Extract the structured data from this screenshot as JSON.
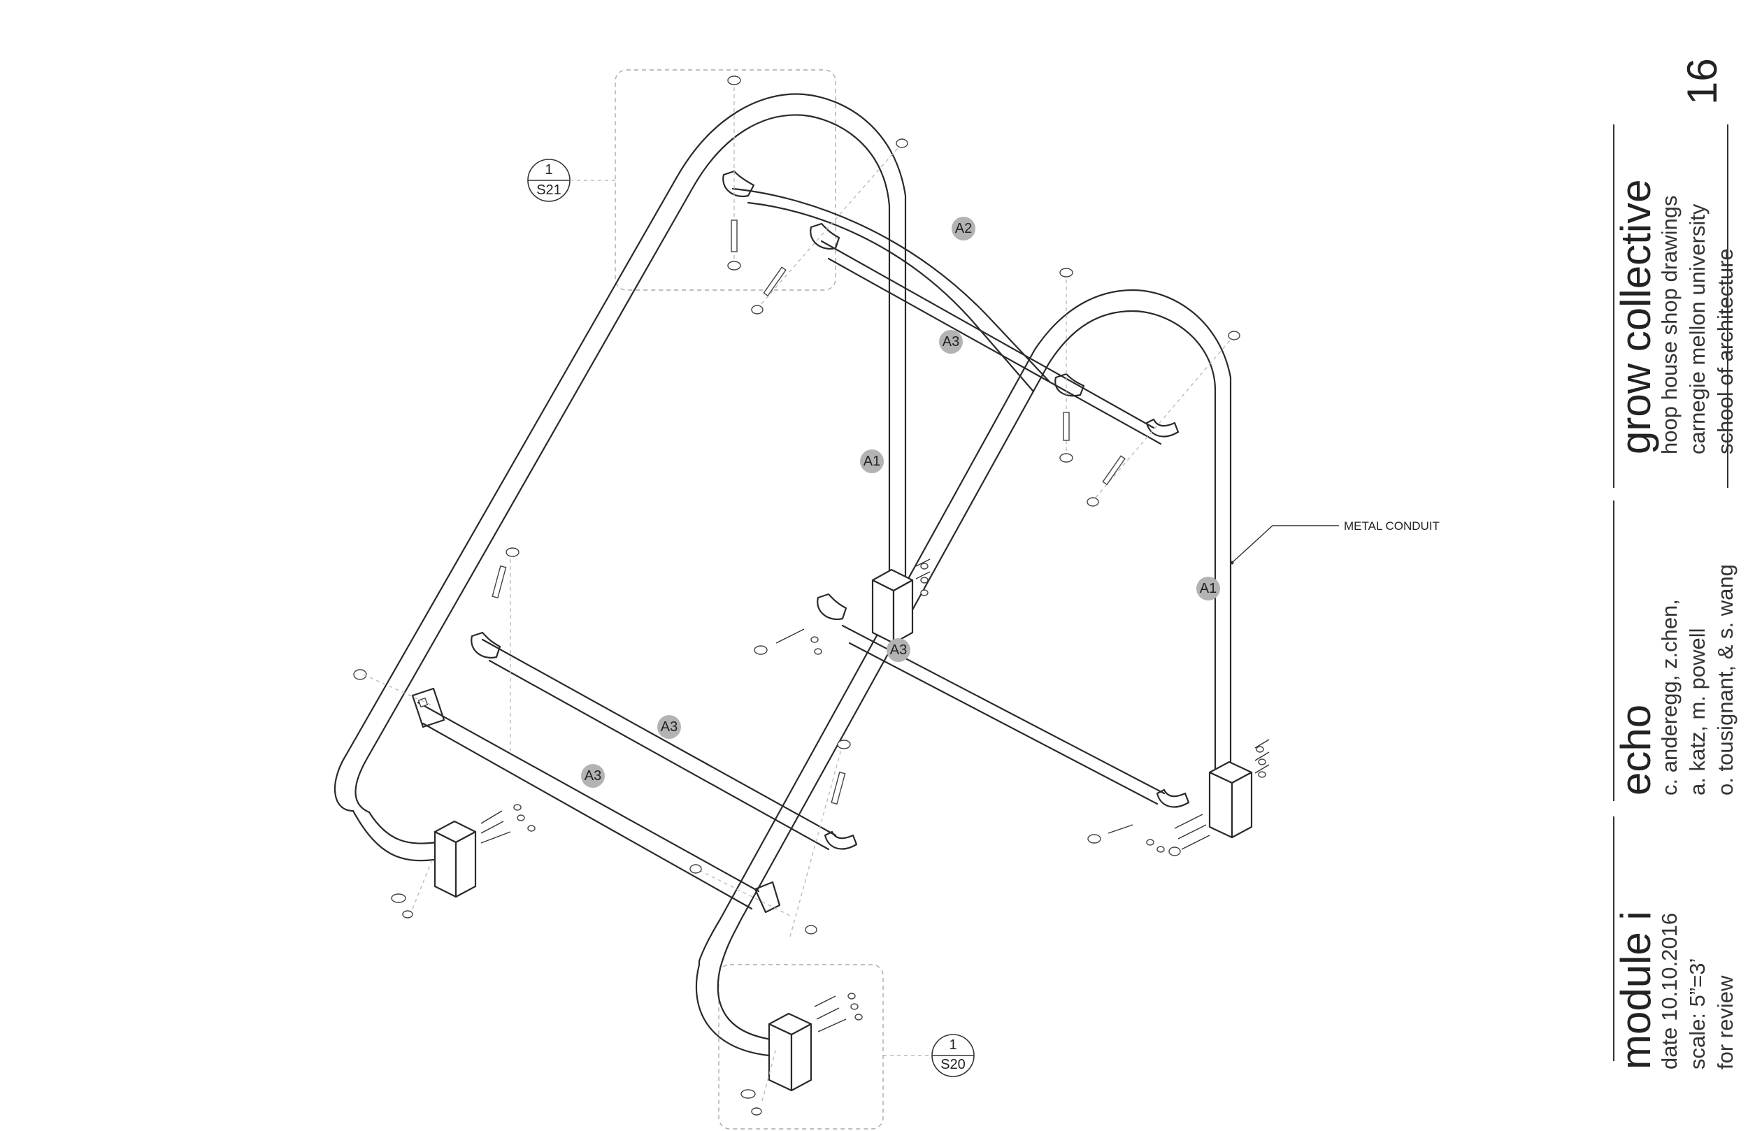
{
  "page_number": "16",
  "title_block": {
    "project": {
      "title": "grow collective",
      "lines": [
        "hoop house shop drawings",
        "carnegie mellon university",
        "school of architecture"
      ]
    },
    "team": {
      "title": "echo",
      "lines": [
        "c. anderegg, z.chen,",
        "a. katz, m. powell",
        "o. tousignant, & s. wang"
      ]
    },
    "sheet": {
      "title": "module i",
      "lines": [
        "date 10.10.2016",
        "scale: 5”=3’",
        "for review"
      ]
    }
  },
  "part_tags": {
    "a2": "A2",
    "a3_upper": "A3",
    "a1_rear": "A1",
    "a1_front": "A1",
    "a3_center": "A3",
    "a3_mid": "A3",
    "a3_lower": "A3"
  },
  "detail_refs": {
    "top": {
      "number": "1",
      "sheet": "S21"
    },
    "bottom": {
      "number": "1",
      "sheet": "S20"
    }
  },
  "annotations": {
    "conduit": "METAL CONDUIT"
  },
  "colors": {
    "line": "#2a2a2a",
    "tag_fill": "#b3b3b3",
    "dashed": "#aaaaaa"
  }
}
